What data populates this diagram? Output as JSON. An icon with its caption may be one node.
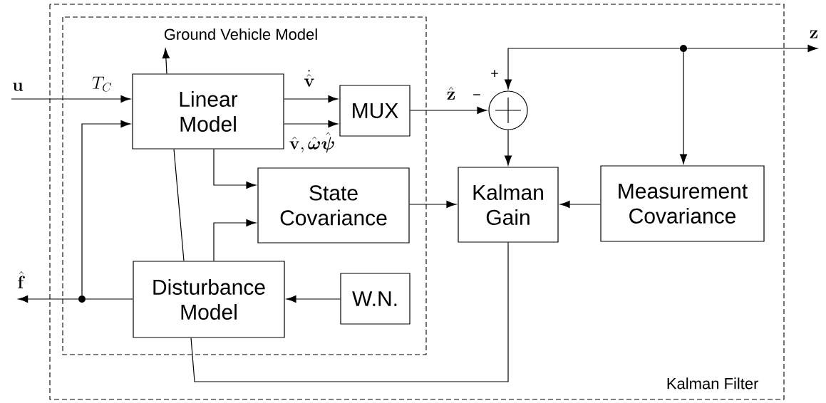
{
  "diagram": {
    "nodes": [
      {
        "text": [
          "Kalman Filter"
        ]
      },
      {
        "text": [
          "Ground Vehicle Model"
        ],
        "in": 0
      },
      {
        "text": [
          "Linear Model"
        ],
        "in": 1
      },
      {
        "text": [
          "MUX"
        ],
        "in": 1
      },
      {
        "text": [
          "State Covariance"
        ],
        "in": 1
      },
      {
        "text": [
          "Disturbance Model"
        ],
        "in": 1
      },
      {
        "text": [
          "W.N."
        ],
        "in": 1
      },
      {
        "text": [],
        "shape": "circle",
        "in": 0,
        "beside": [
          "+",
          "−"
        ]
      },
      {
        "text": [
          "Kalman Gain"
        ],
        "in": 0
      },
      {
        "text": [
          "Measurement Covariance"
        ],
        "in": 0
      },
      {
        "text": [
          "\\mathbf{z}"
        ]
      },
      {
        "text": [
          "\\mathbf{u}"
        ]
      },
      {
        "text": [
          "\\hat{\\mathbf{f}}"
        ]
      },
      {
        "text": [],
        "shape": "circle",
        "in": 0
      },
      {
        "text": [],
        "shape": "circle",
        "in": 1
      }
    ],
    "edges": [
      {
        "from": 11,
        "to": 2,
        "arrow": "to",
        "label": "T_{C}"
      },
      {
        "from": 14,
        "to": 2,
        "arrow": "to"
      },
      {
        "from": 2,
        "to": 3,
        "arrow": "to",
        "label": "\\dot{\\hat{\\mathbf{v}}}"
      },
      {
        "from": 2,
        "to": 3,
        "arrow": "to",
        "label": "\\hat{\\mathbf{v}},\\hat{\\boldsymbol{\\omega}}\\hat{\\boldsymbol{\\psi}}"
      },
      {
        "from": 2,
        "to": null,
        "arrow": "to"
      },
      {
        "from": 2,
        "to": 4,
        "arrow": "to"
      },
      {
        "from": 2,
        "to": 5,
        "arrow": "none"
      },
      {
        "from": 3,
        "to": 7,
        "arrow": "to",
        "label": "\\hat{\\mathbf{z}}"
      },
      {
        "from": 7,
        "to": 8,
        "arrow": "to"
      },
      {
        "from": 4,
        "to": 8,
        "arrow": "to"
      },
      {
        "from": 9,
        "to": 8,
        "arrow": "to"
      },
      {
        "from": 6,
        "to": 5,
        "arrow": "to"
      },
      {
        "from": 5,
        "to": 4,
        "arrow": "to"
      },
      {
        "from": 5,
        "to": 8,
        "arrow": "none"
      },
      {
        "from": 5,
        "to": 14,
        "arrow": "none"
      },
      {
        "from": 14,
        "to": 12,
        "arrow": "to"
      },
      {
        "from": 13,
        "to": 10,
        "arrow": "to"
      },
      {
        "from": 13,
        "to": 7,
        "arrow": "to"
      },
      {
        "from": 13,
        "to": 9,
        "arrow": "to"
      }
    ]
  }
}
